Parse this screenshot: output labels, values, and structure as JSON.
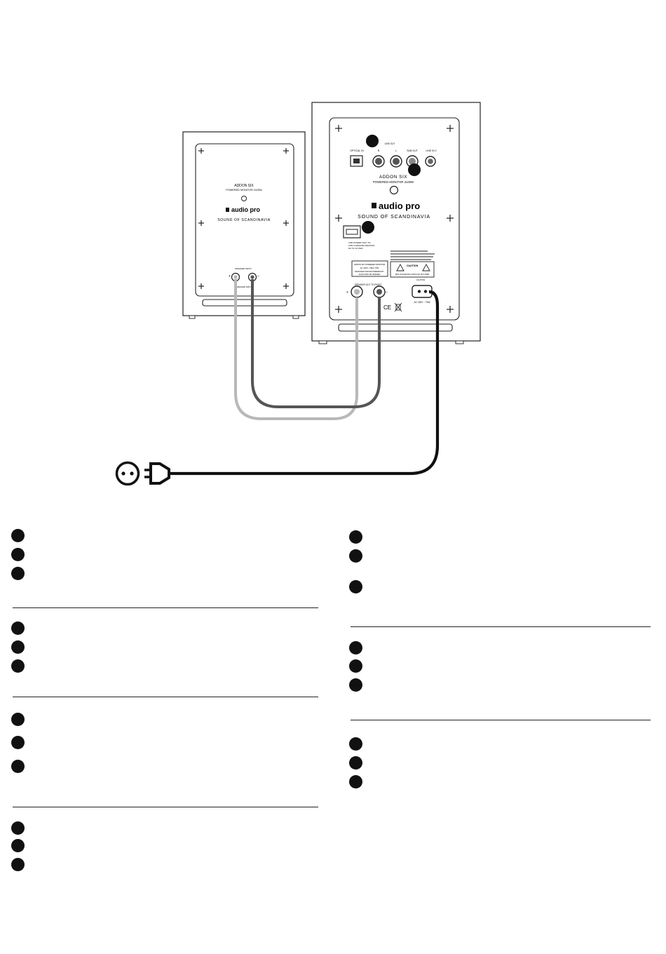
{
  "colors": {
    "outline": "#222222",
    "cable_light": "#b8b8b8",
    "cable_dark": "#555555",
    "power_cable": "#111111",
    "callout": "#111111"
  },
  "small_speaker": {
    "model": "ADDON SIX",
    "subtitle": "POWERED MONITOR 2x25W",
    "brand": "audio pro",
    "tagline": "SOUND OF SCANDINAVIA",
    "terminal_label": "SPEAKER INPUT",
    "terminal_note": "SPEAKER INPUT",
    "plus": "+",
    "minus": "–"
  },
  "large_speaker": {
    "line_out_label": "LINE OUT",
    "inputs": [
      "OPTICAL IN",
      "R",
      "L",
      "SUB OUT",
      "LINE IN 2"
    ],
    "model": "ADDON SIX",
    "subtitle": "POWERED MONITOR 2x25W",
    "brand": "audio pro",
    "tagline": "SOUND OF SCANDINAVIA",
    "usb_label_1": "USB POWER ONLY 5V",
    "usb_label_2": "FOR CHARGING DEVICES",
    "usb_label_3": "DC 5V 1A (5W)",
    "spec_line_1": "ADDON SIX POWERED MONITOR",
    "spec_line_2": "AC 230V~ 50Hz 75W",
    "spec_line_3": "DESIGNED AND ENGINEERED BY",
    "spec_line_4": "AUDIO PRO AB SWEDEN",
    "caution_title": "CAUTION",
    "caution_sub": "RISK OF ELECTRIC SHOCK DO NOT OPEN",
    "warning_text": "CAUTION",
    "speaker_out_label": "SPEAKER OUT TO RIGHT",
    "power_label": "AC 230V ~ 75W",
    "ce_mark": "CE",
    "plus": "+",
    "minus": "–"
  },
  "legend": {
    "left_groups": 4,
    "right_groups": 3
  }
}
